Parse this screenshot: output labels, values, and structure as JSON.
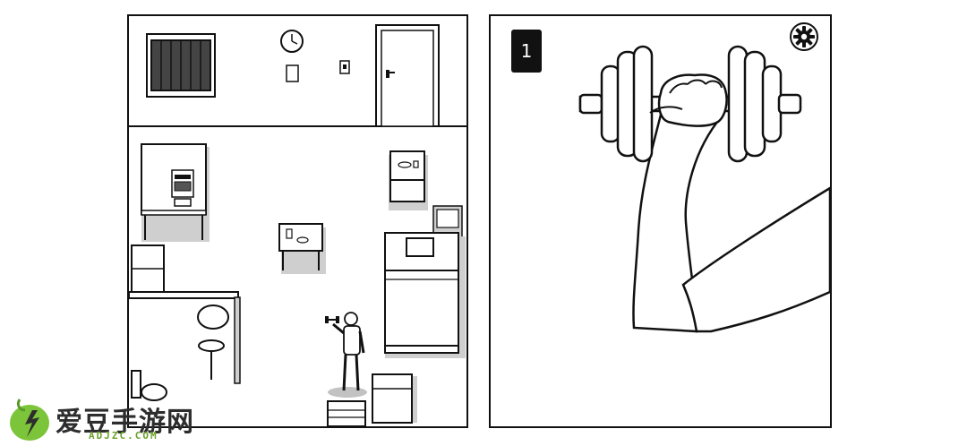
{
  "level": {
    "number": "1"
  },
  "settings": {
    "icon": "gear-icon"
  },
  "watermark": {
    "title": "爱豆手游网",
    "subtitle": "ADJZC.COM"
  },
  "colors": {
    "ink": "#111111",
    "shadow": "#cfcfcf",
    "watermark_green": "#6aa12a"
  }
}
